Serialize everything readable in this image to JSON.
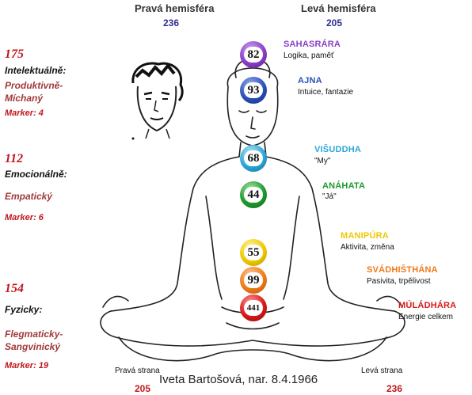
{
  "header": {
    "right_hemisphere_title": "Pravá hemisféra",
    "right_hemisphere_value": "236",
    "left_hemisphere_title": "Levá hemisféra",
    "left_hemisphere_value": "205"
  },
  "sections": [
    {
      "number": "175",
      "label": "Intelektuálně:",
      "type_line1": "Produktivně-",
      "type_line2": "Míchaný",
      "marker": "Marker: 4"
    },
    {
      "number": "112",
      "label": "Emocionálně:",
      "type_line1": "Empatický",
      "type_line2": "",
      "marker": "Marker: 6"
    },
    {
      "number": "154",
      "label": "Fyzicky:",
      "type_line1": "Flegmaticky-",
      "type_line2": "Sangvinický",
      "marker": "Marker: 19"
    }
  ],
  "chakras": [
    {
      "name": "SAHASRÁRA",
      "description": "Logika, paměť",
      "value": "82",
      "color": "#8a3fc7"
    },
    {
      "name": "AJNA",
      "description": "Intuice, fantazie",
      "value": "93",
      "color": "#2a4fb8"
    },
    {
      "name": "VIŠUDDHA",
      "description": "\"My\"",
      "value": "68",
      "color": "#2aa7d8"
    },
    {
      "name": "ANÁHATA",
      "description": "\"Já\"",
      "value": "44",
      "color": "#1e9a2e"
    },
    {
      "name": "MANIPÚRA",
      "description": "Aktivita, změna",
      "value": "55",
      "color": "#f0c800"
    },
    {
      "name": "SVÁDHIŠTHÁNA",
      "description": "Pasivita, trpělivost",
      "value": "99",
      "color": "#f07a18"
    },
    {
      "name": "MÚLÁDHÁRA",
      "description": "Energie celkem",
      "value": "441",
      "color": "#d81818"
    }
  ],
  "footer": {
    "right_side_label": "Pravá strana",
    "right_side_value": "205",
    "left_side_label": "Levá strana",
    "left_side_value": "236",
    "name_date": "Iveta Bartošová, nar. 8.4.1966"
  }
}
